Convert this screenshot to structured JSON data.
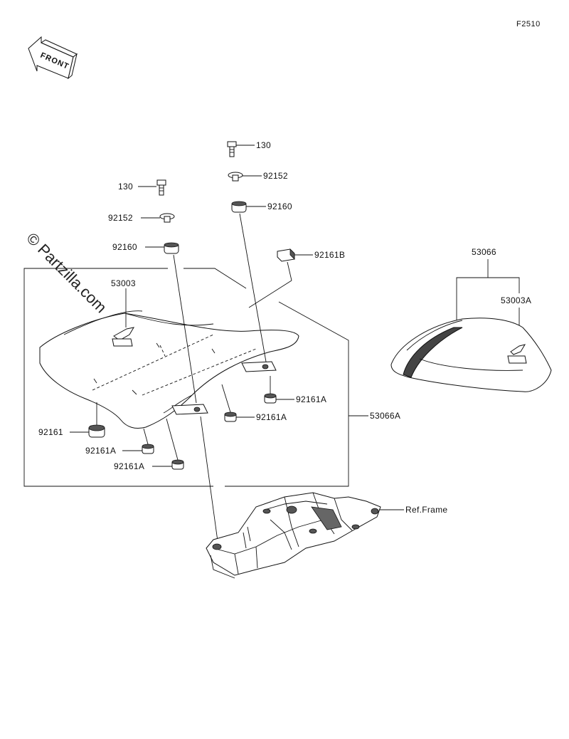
{
  "diagram_code": "F2510",
  "front_label": "FRONT",
  "watermark": "© Partzilla.com",
  "parts": {
    "bolt_right": "130",
    "washer_right": "92152",
    "damper_right": "92160",
    "damper_top": "92161B",
    "bolt_left": "130",
    "washer_left": "92152",
    "damper_left": "92160",
    "seat_front_tag": "53003",
    "pad_right_a": "92161A",
    "pad_center_a": "92161A",
    "pad_left": "92161",
    "pad_left_a": "92161A",
    "pad_bottom_a": "92161A",
    "seat_assembly": "53066A",
    "rear_seat": "53066",
    "rear_seat_tag": "53003A",
    "frame_ref": "Ref.Frame"
  }
}
